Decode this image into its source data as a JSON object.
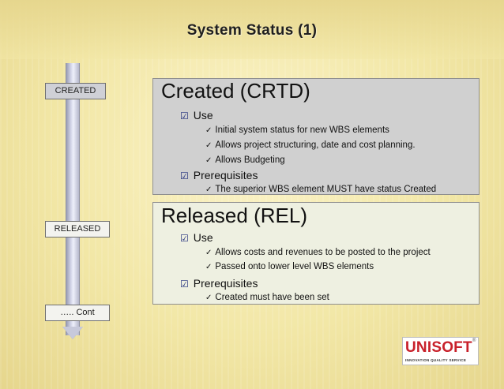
{
  "title": "System Status (1)",
  "timeline": {
    "stages": [
      "CREATED",
      "RELEASED",
      "….. Cont"
    ]
  },
  "created": {
    "heading": "Created (CRTD)",
    "use_label": "Use",
    "use_items": [
      "Initial system status for new WBS elements",
      "Allows project structuring, date and cost planning.",
      "Allows Budgeting"
    ],
    "prereq_label": "Prerequisites",
    "prereq_items": [
      "The superior WBS element MUST have status Created"
    ]
  },
  "released": {
    "heading": "Released (REL)",
    "use_label": "Use",
    "use_items": [
      "Allows costs and revenues to be posted to the project",
      "Passed onto lower level WBS elements"
    ],
    "prereq_label": "Prerequisites",
    "prereq_items": [
      "Created must have been set"
    ]
  },
  "glyphs": {
    "checkbox": "☑",
    "tick": "✓"
  },
  "logo": {
    "word": "UNISOFT",
    "registered": "®",
    "tagline": "INNOVATION QUALITY SERVICE"
  },
  "colors": {
    "background": "#f2e7a6",
    "created_panel": "#d0d0d0",
    "released_panel": "#eef0e1",
    "logo_red": "#c8202a"
  }
}
